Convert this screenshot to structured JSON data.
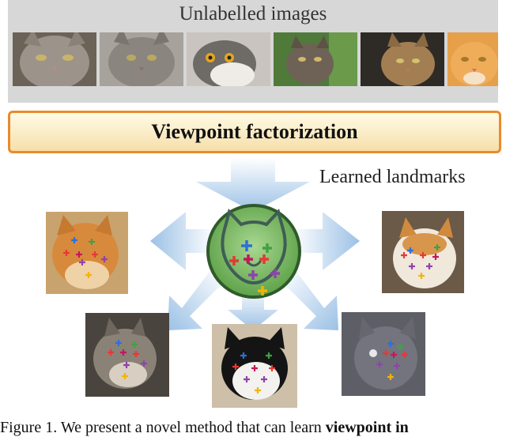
{
  "top_panel": {
    "title": "Unlabelled images"
  },
  "factorization": {
    "label": "Viewpoint factorization"
  },
  "landmarks": {
    "label": "Learned landmarks"
  },
  "caption": {
    "prefix": "Figure 1. We present a novel method that can learn ",
    "bold": "viewpoint in"
  },
  "colors": {
    "arrow": "#a9c8e8",
    "box_border": "#ea8a2e",
    "circle_fill": "#7fbf6a",
    "landmarks": [
      "#2e6fd8",
      "#e53935",
      "#43a047",
      "#c2185b",
      "#8e44ad",
      "#f4b400",
      "#e67e22"
    ]
  },
  "icons": [
    "cat-face-icon",
    "landmark-cross-icon",
    "arrow-icon"
  ]
}
